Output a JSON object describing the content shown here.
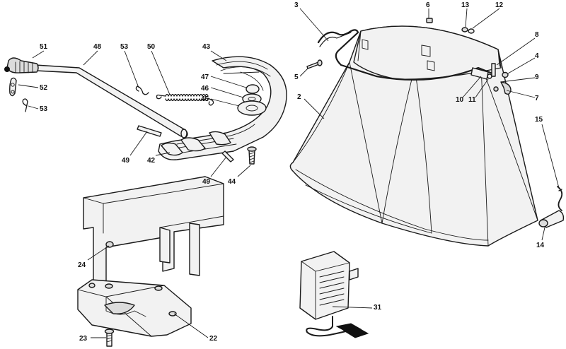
{
  "callouts": [
    {
      "key": "c51",
      "label": "51"
    },
    {
      "key": "c48",
      "label": "48"
    },
    {
      "key": "c53a",
      "label": "53"
    },
    {
      "key": "c50",
      "label": "50"
    },
    {
      "key": "c43",
      "label": "43"
    },
    {
      "key": "c52",
      "label": "52"
    },
    {
      "key": "c53b",
      "label": "53"
    },
    {
      "key": "c47",
      "label": "47"
    },
    {
      "key": "c46",
      "label": "46"
    },
    {
      "key": "c45",
      "label": "45"
    },
    {
      "key": "c49a",
      "label": "49"
    },
    {
      "key": "c42",
      "label": "42"
    },
    {
      "key": "c49b",
      "label": "49"
    },
    {
      "key": "c44",
      "label": "44"
    },
    {
      "key": "c3",
      "label": "3"
    },
    {
      "key": "c6",
      "label": "6"
    },
    {
      "key": "c13",
      "label": "13"
    },
    {
      "key": "c12",
      "label": "12"
    },
    {
      "key": "c8",
      "label": "8"
    },
    {
      "key": "c4",
      "label": "4"
    },
    {
      "key": "c5",
      "label": "5"
    },
    {
      "key": "c9",
      "label": "9"
    },
    {
      "key": "c2",
      "label": "2"
    },
    {
      "key": "c10",
      "label": "10"
    },
    {
      "key": "c11",
      "label": "11"
    },
    {
      "key": "c7",
      "label": "7"
    },
    {
      "key": "c15",
      "label": "15"
    },
    {
      "key": "c14",
      "label": "14"
    },
    {
      "key": "c24",
      "label": "24"
    },
    {
      "key": "c31",
      "label": "31"
    },
    {
      "key": "c23",
      "label": "23"
    },
    {
      "key": "c22",
      "label": "22"
    }
  ]
}
